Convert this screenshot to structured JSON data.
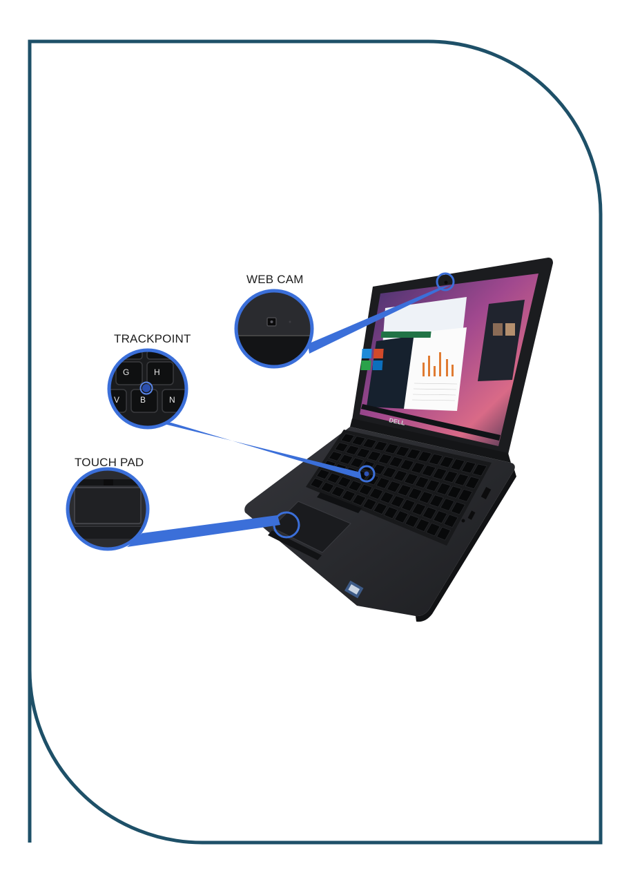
{
  "callouts": {
    "webcam": {
      "label": "WEB CAM"
    },
    "trackpoint": {
      "label": "TRACKPOINT"
    },
    "touchpad": {
      "label": "TOUCH PAD"
    }
  },
  "keyboard_zoom": {
    "keys": [
      "G",
      "H",
      "V",
      "B",
      "N"
    ]
  },
  "laptop": {
    "logo": "DELL"
  },
  "colors": {
    "frame": "#1e5068",
    "callout_blue": "#3b6fd9",
    "laptop_body": "#232427",
    "laptop_deck": "#2c2d31"
  }
}
